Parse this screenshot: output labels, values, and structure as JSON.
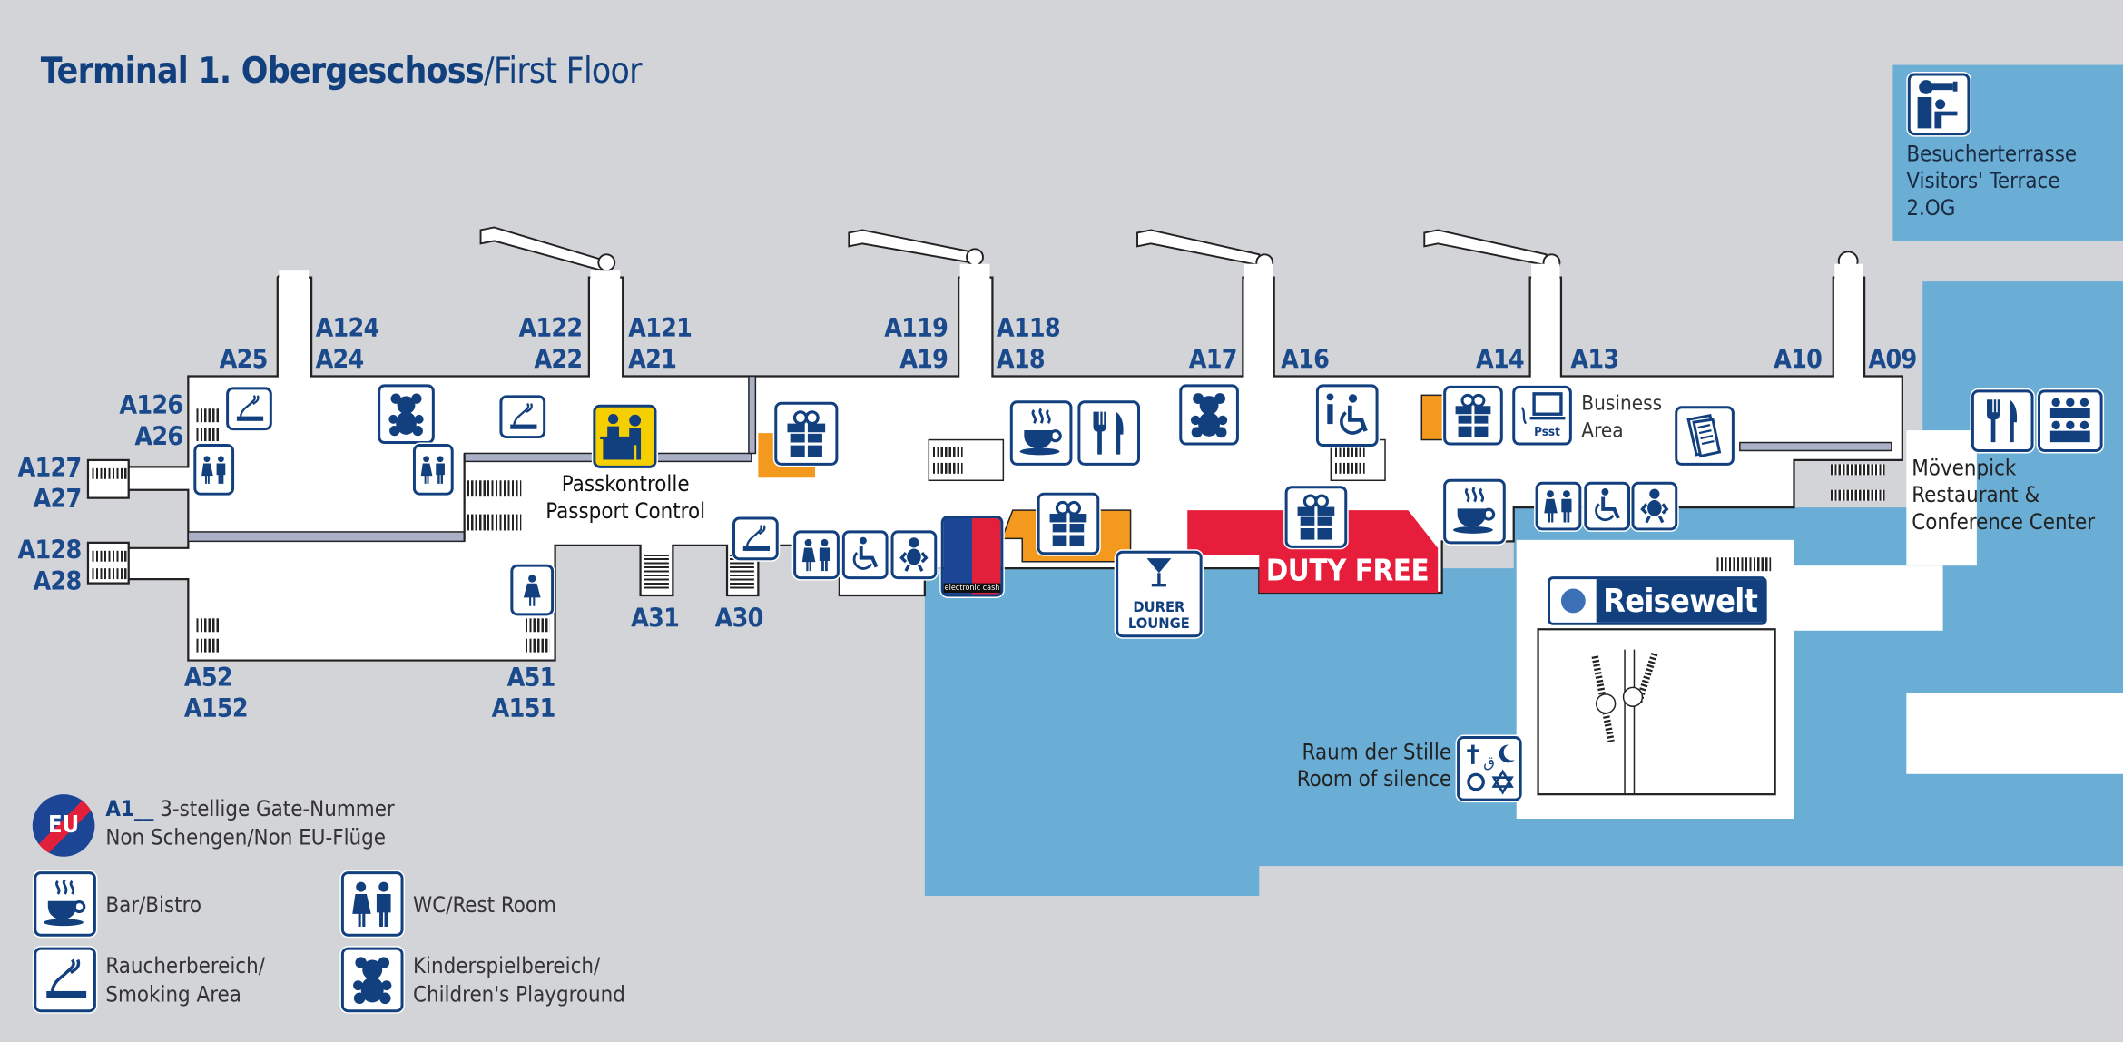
{
  "title": {
    "bold": "Terminal 1. Obergeschoss",
    "regular": "/First Floor"
  },
  "colors": {
    "background": "#d3d4d8",
    "airside_blue": "#6aaed6",
    "navy": "#12407f",
    "duty_free_red": "#e61e3c",
    "shop_orange": "#f39a1e",
    "passport_yellow": "#f5cf00"
  },
  "gates": {
    "a25": {
      "line1": "A25"
    },
    "a124": {
      "line1": "A124",
      "line2": "A24"
    },
    "a122": {
      "line1": "A122",
      "line2": "A22"
    },
    "a121": {
      "line1": "A121",
      "line2": "A21"
    },
    "a126": {
      "line1": "A126",
      "line2": "A26"
    },
    "a127": {
      "line1": "A127",
      "line2": "A27"
    },
    "a128": {
      "line1": "A128",
      "line2": "A28"
    },
    "a31": {
      "line1": "A31"
    },
    "a30": {
      "line1": "A30"
    },
    "a52": {
      "line1": "A52",
      "line2": "A152"
    },
    "a51": {
      "line1": "A51",
      "line2": "A151"
    },
    "a119": {
      "line1": "A119",
      "line2": "A19"
    },
    "a118": {
      "line1": "A118",
      "line2": "A18"
    },
    "a17": {
      "line1": "A17"
    },
    "a16": {
      "line1": "A16"
    },
    "a14": {
      "line1": "A14"
    },
    "a13": {
      "line1": "A13"
    },
    "a10": {
      "line1": "A10"
    },
    "a09": {
      "line1": "A09"
    }
  },
  "labels": {
    "passport_de": "Passkontrolle",
    "passport_en": "Passport Control",
    "business_1": "Business",
    "business_2": "Area",
    "duty_free": "DUTY FREE",
    "lounge": "DURER LOUNGE",
    "reisewelt": "Reisewelt",
    "silence_de": "Raum der Stille",
    "silence_en": "Room of silence",
    "moevenpick_1": "Mövenpick",
    "moevenpick_2": "Restaurant &",
    "moevenpick_3": "Conference Center",
    "terrace_1": "Besucherterrasse",
    "terrace_2": "Visitors' Terrace",
    "terrace_3": "2.OG",
    "ec_icon_text": "electronic cash",
    "pc_icon_text": "Psst"
  },
  "legend": {
    "eu_badge": "EU",
    "gate_prefix": "A1__",
    "gate_desc": "3-stellige Gate-Nummer",
    "gate_desc_2": "Non Schengen/Non EU-Flüge",
    "bar": "Bar/Bistro",
    "wc": "WC/Rest Room",
    "smoking_1": "Raucherbereich/",
    "smoking_2": "Smoking Area",
    "kids_1": "Kinderspielbereich/",
    "kids_2": "Children's Playground"
  }
}
